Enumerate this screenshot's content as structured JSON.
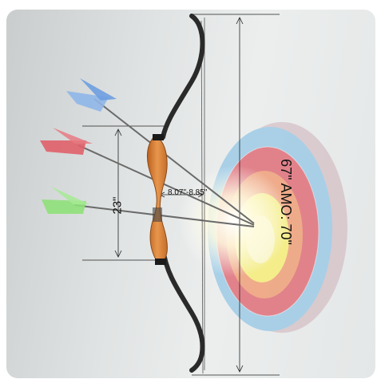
{
  "annotations": {
    "grip_height": "23\"",
    "draw_width": "8.07\"-8.85\"",
    "bow_length": "67\" AMO: 70\""
  },
  "colors": {
    "limb": "#2a2a2a",
    "riser": "#d9803c",
    "fletch_blue": "#8fb6e8",
    "fletch_red": "#e0606a",
    "fletch_green": "#8fe07a",
    "target_blue": "#9ecbe6",
    "target_red": "#e0707a",
    "target_yellow": "#f6ee7a"
  },
  "icons": [
    "recurve-bow-icon",
    "arrow-icon",
    "archery-target-icon"
  ]
}
